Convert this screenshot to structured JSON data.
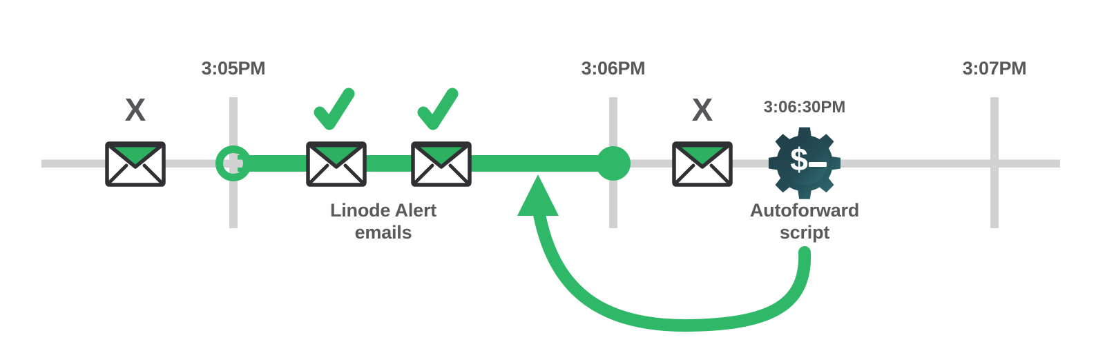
{
  "figure": {
    "name": "email-delivery-timeline",
    "background_color": "#ffffff",
    "accent_green": "#2fb867",
    "track_gray": "#d2d2d2",
    "text_gray": "#585858",
    "mark_gray": "#545659",
    "gear_dark": "#223b44",
    "gear_teal": "#2d6b6e"
  },
  "axis": {
    "name": "time-axis",
    "ticks": [
      {
        "label": "3:05PM",
        "x": 338
      },
      {
        "label": "3:06PM",
        "x": 888
      },
      {
        "label": "3:07PM",
        "x": 1440
      }
    ],
    "line_start_x": 60,
    "line_end_x": 1535,
    "line_y": 237
  },
  "segments": [
    {
      "name": "green-delivery-segment",
      "from_label": "3:05PM",
      "to_label": "3:06PM",
      "from_x": 338,
      "to_x": 888,
      "color": "#2fb867",
      "state": "delivered"
    }
  ],
  "markers": [
    {
      "name": "start-marker",
      "kind": "ring",
      "x": 338,
      "time": "3:05PM",
      "color": "#2fb867"
    },
    {
      "name": "end-marker",
      "kind": "dot",
      "x": 888,
      "time": "3:06PM",
      "color": "#2fb867"
    }
  ],
  "events": [
    {
      "name": "email-1",
      "icon": "envelope-icon",
      "x": 196,
      "status_glyph": "X",
      "status": "failed",
      "label": ""
    },
    {
      "name": "email-2",
      "icon": "envelope-icon",
      "x": 487,
      "status_glyph": "check",
      "status": "delivered",
      "label": "Linode Alert\nemails"
    },
    {
      "name": "email-3",
      "icon": "envelope-icon",
      "x": 639,
      "status_glyph": "check",
      "status": "delivered",
      "label": ""
    },
    {
      "name": "email-4",
      "icon": "envelope-icon",
      "x": 1017,
      "status_glyph": "X",
      "status": "failed",
      "label": ""
    },
    {
      "name": "autoforward-script",
      "icon": "gear-dollar-prompt-icon",
      "x": 1165,
      "status_glyph": "",
      "status": "script-run",
      "label": "Autoforward\nscript"
    }
  ],
  "labels": {
    "linode_alert_line1": "Linode Alert",
    "linode_alert_line2": "emails",
    "linode_alert_x": 555,
    "autoforward_line1": "Autoforward",
    "autoforward_line2": "script",
    "autoforward_x": 1165,
    "script_time": "3:06:30PM",
    "script_time_x": 1165
  },
  "callout_arrow": {
    "name": "autoforward-callout-arrow",
    "color": "#2fb867",
    "from_x": 1165,
    "from_y": 365,
    "to_x": 779,
    "to_y": 255,
    "description": "curved arrow from autoforward script back to the timeline"
  },
  "chart_data": {
    "type": "timeline",
    "title": "",
    "xlabel": "",
    "axis_ticks": [
      "3:05PM",
      "3:06PM",
      "3:07PM"
    ],
    "x_range": [
      "3:05PM",
      "3:07PM"
    ],
    "grid": true,
    "legend": "none",
    "series": [
      {
        "name": "Linode Alert emails",
        "points": [
          {
            "x": 196,
            "approx_time": "3:04:45PM",
            "marker": "envelope",
            "status": "X"
          },
          {
            "x": 487,
            "approx_time": "3:05:20PM",
            "marker": "envelope",
            "status": "check"
          },
          {
            "x": 639,
            "approx_time": "3:05:33PM",
            "marker": "envelope",
            "status": "check"
          },
          {
            "x": 1017,
            "approx_time": "3:06:17PM",
            "marker": "envelope",
            "status": "X"
          }
        ]
      },
      {
        "name": "Autoforward script",
        "points": [
          {
            "x": 1165,
            "approx_time": "3:06:30PM",
            "marker": "gear",
            "status": "run"
          }
        ]
      }
    ],
    "highlight_span": {
      "name": "delivered-window",
      "start": "3:05PM",
      "end": "3:06PM",
      "color": "#2fb867"
    },
    "annotations": [
      {
        "text": "3:06:30PM",
        "at_x": 1165
      },
      {
        "text": "Linode Alert emails",
        "at_x": 555
      },
      {
        "text": "Autoforward script",
        "at_x": 1165
      }
    ]
  }
}
